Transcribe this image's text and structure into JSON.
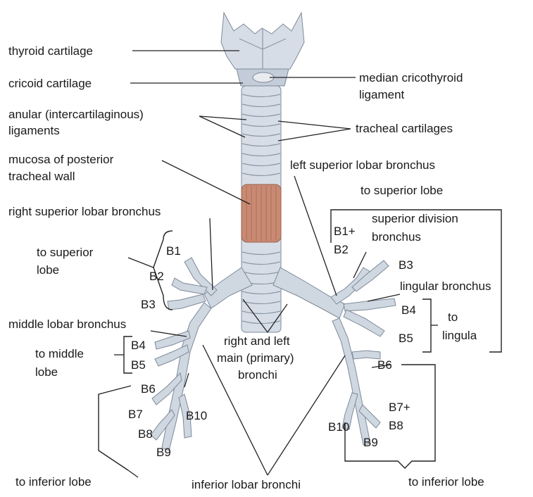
{
  "labels": {
    "thyroid_cartilage": "thyroid cartilage",
    "cricoid_cartilage": "cricoid cartilage",
    "median_cricothyroid_1": "median cricothyroid",
    "median_cricothyroid_2": "ligament",
    "anular_1": "anular (intercartilaginous)",
    "anular_2": "ligaments",
    "tracheal_cartilages": "tracheal cartilages",
    "mucosa_1": "mucosa of posterior",
    "mucosa_2": "tracheal wall",
    "left_superior_lobar_bronchus": "left superior lobar bronchus",
    "to_superior_lobe_left": "to superior lobe",
    "right_superior_lobar_bronchus": "right superior lobar bronchus",
    "superior_division_1": "superior division",
    "superior_division_2": "bronchus",
    "b1_plus": "B1+",
    "b2_left": "B2",
    "to_superior_right_1": "to superior",
    "to_superior_right_2": "lobe",
    "b1_right": "B1",
    "b2_right": "B2",
    "b3_right": "B3",
    "b3_left": "B3",
    "lingular_bronchus": "lingular bronchus",
    "b4_left": "B4",
    "b5_left": "B5",
    "to_lingula_1": "to",
    "to_lingula_2": "lingula",
    "middle_lobar_bronchus": "middle lobar bronchus",
    "b4_right": "B4",
    "b5_right": "B5",
    "to_middle_1": "to middle",
    "to_middle_2": "lobe",
    "main_bronchi_1": "right and left",
    "main_bronchi_2": "main (primary)",
    "main_bronchi_3": "bronchi",
    "b6_left": "B6",
    "b6_right": "B6",
    "b7_right": "B7",
    "b8_right": "B8",
    "b9_right": "B9",
    "b10_right": "B10",
    "b7_plus_left": "B7+",
    "b8_left": "B8",
    "b10_left": "B10",
    "b9_left": "B9",
    "to_inferior_lobe_right": "to inferior lobe",
    "inferior_lobar_bronchi": "inferior lobar bronchi",
    "to_inferior_lobe_left": "to inferior lobe"
  },
  "colors": {
    "cartilage": "#d6dde6",
    "mucosa": "#c98a73",
    "outline": "#7e8a99",
    "leader": "#222222"
  }
}
